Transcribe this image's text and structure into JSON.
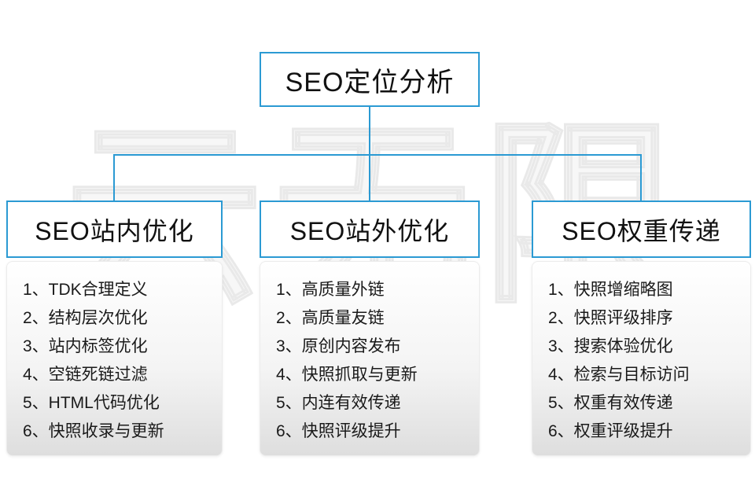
{
  "watermark": "云无限",
  "root": {
    "title": "SEO定位分析"
  },
  "columns": [
    {
      "title": "SEO站内优化",
      "items": [
        "1、TDK合理定义",
        "2、结构层次优化",
        "3、站内标签优化",
        "4、空链死链过滤",
        "5、HTML代码优化",
        "6、快照收录与更新"
      ]
    },
    {
      "title": "SEO站外优化",
      "items": [
        "1、高质量外链",
        "2、高质量友链",
        "3、原创内容发布",
        "4、快照抓取与更新",
        "5、内连有效传递",
        "6、快照评级提升"
      ]
    },
    {
      "title": "SEO权重传递",
      "items": [
        "1、快照增缩略图",
        "2、快照评级排序",
        "3、搜索体验优化",
        "4、检索与目标访问",
        "5、权重有效传递",
        "6、权重评级提升"
      ]
    }
  ],
  "colors": {
    "accent_blue": "#2b9ad3",
    "panel_gradient_bottom": "#dedede",
    "text": "#1a1a1a",
    "watermark_gray": "#e9e9e9"
  }
}
